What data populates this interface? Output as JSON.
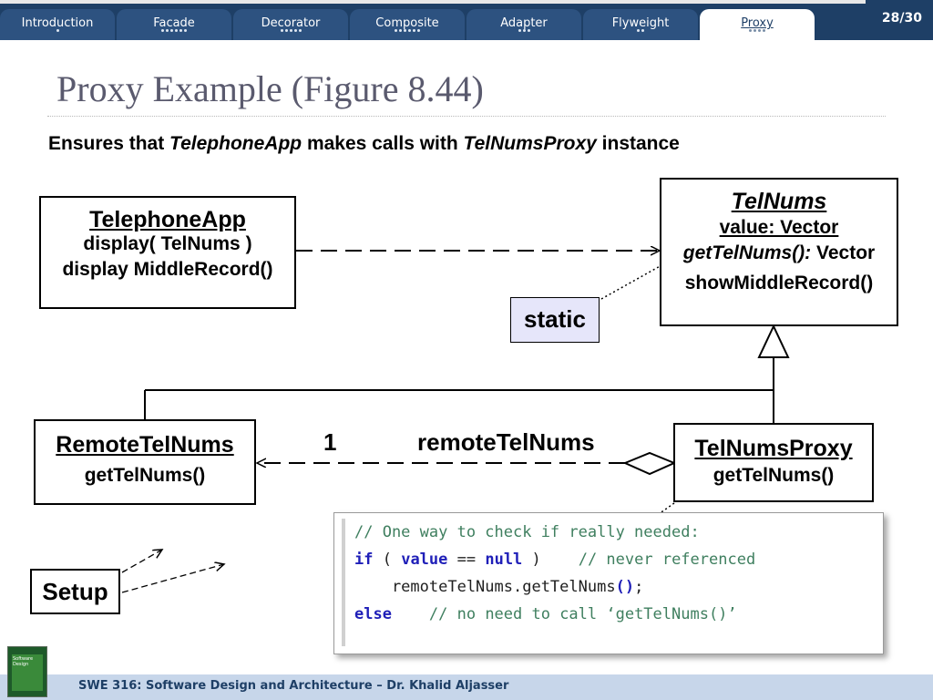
{
  "nav": {
    "tabs": [
      {
        "label": "Introduction",
        "dots": 1
      },
      {
        "label": "Facade",
        "dots": 6
      },
      {
        "label": "Decorator",
        "dots": 5
      },
      {
        "label": "Composite",
        "dots": 6
      },
      {
        "label": "Adapter",
        "dots": 3
      },
      {
        "label": "Flyweight",
        "dots": 2
      },
      {
        "label": "Proxy",
        "dots": 4
      }
    ],
    "active_tab": "Proxy",
    "page": "28/30"
  },
  "slide": {
    "title": "Proxy Example (Figure 8.44)",
    "subtitle": {
      "part1": "Ensures that ",
      "em1": "TelephoneApp",
      "part2": " makes calls with ",
      "em2": "TelNumsProxy",
      "part3": " instance"
    }
  },
  "diagram": {
    "telephone_app": {
      "name": "TelephoneApp",
      "line1": "display( TelNums )",
      "line2": "display MiddleRecord()"
    },
    "telnums": {
      "name": "TelNums",
      "attr": "value: Vector",
      "op_italic": "getTelNums():",
      "op_type": " Vector",
      "op2": "showMiddleRecord()"
    },
    "static_note": "static",
    "remote": {
      "name": "RemoteTelNums",
      "op": "getTelNums()"
    },
    "proxy": {
      "name": "TelNumsProxy",
      "op": "getTelNums()"
    },
    "multiplicity": "1",
    "role": "remoteTelNums",
    "setup": "Setup"
  },
  "code": {
    "lines": [
      [
        {
          "t": "// One way to check if really needed:",
          "k": "comment"
        }
      ],
      [
        {
          "t": "if",
          "k": "kw"
        },
        {
          "t": " ( ",
          "k": "plain"
        },
        {
          "t": "value",
          "k": "kw"
        },
        {
          "t": " == ",
          "k": "plain"
        },
        {
          "t": "null",
          "k": "kw"
        },
        {
          "t": " )    ",
          "k": "plain"
        },
        {
          "t": "// never referenced",
          "k": "comment"
        }
      ],
      [
        {
          "t": "    remoteTelNums.getTelNums",
          "k": "plain"
        },
        {
          "t": "()",
          "k": "kw"
        },
        {
          "t": ";",
          "k": "plain"
        }
      ],
      [
        {
          "t": "else",
          "k": "kw"
        },
        {
          "t": "    ",
          "k": "plain"
        },
        {
          "t": "// no need to call ‘getTelNums()’",
          "k": "comment"
        }
      ]
    ]
  },
  "footer": {
    "text": "SWE 316: Software Design and Architecture – Dr. Khalid Aljasser",
    "book_text": "Software Design"
  },
  "colors": {
    "nav_bg": "#1e3f66",
    "tab_bg": "#2d5280",
    "footer_bg": "#c7d6ea",
    "note_fill": "#e6e6fa",
    "comment": "#3f7f5f",
    "keyword": "#1f1fb8"
  }
}
